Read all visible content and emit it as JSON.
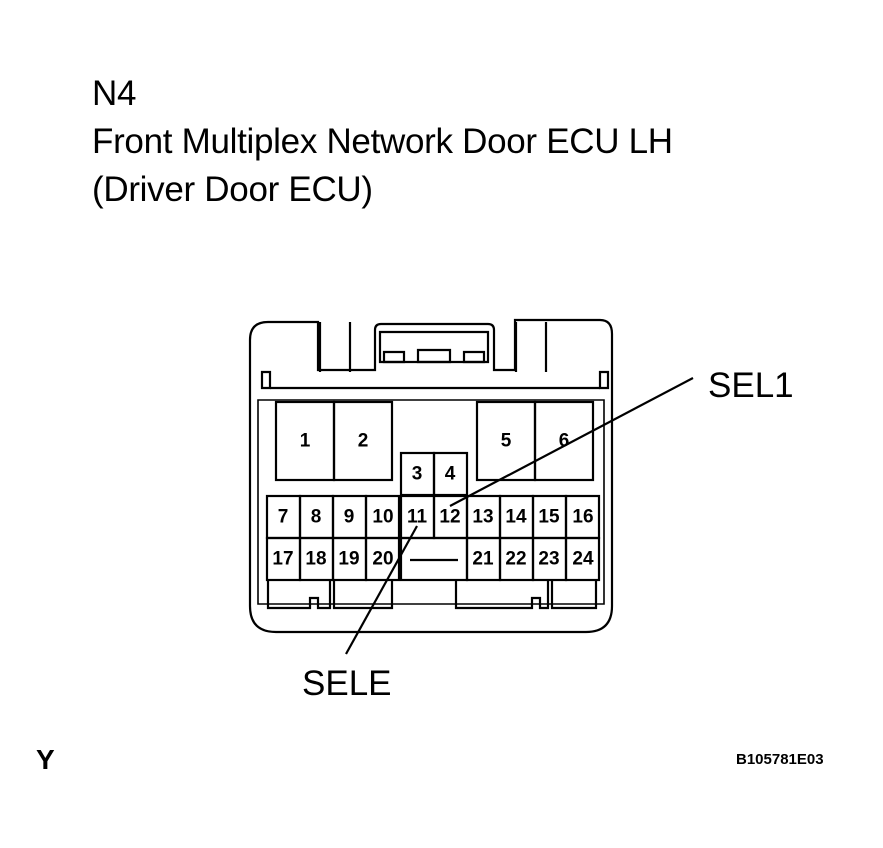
{
  "header": {
    "connector_code": "N4",
    "component_name": "Front Multiplex Network Door ECU LH",
    "component_sub": "(Driver Door ECU)"
  },
  "connector": {
    "terminals": [
      "1",
      "2",
      "3",
      "4",
      "5",
      "6",
      "7",
      "8",
      "9",
      "10",
      "11",
      "12",
      "13",
      "14",
      "15",
      "16",
      "17",
      "18",
      "19",
      "20",
      "21",
      "22",
      "23",
      "24"
    ]
  },
  "callouts": {
    "sel1": "SEL1",
    "sele": "SELE"
  },
  "footer": {
    "connector_color": "Y",
    "figure_id": "B105781E03"
  }
}
